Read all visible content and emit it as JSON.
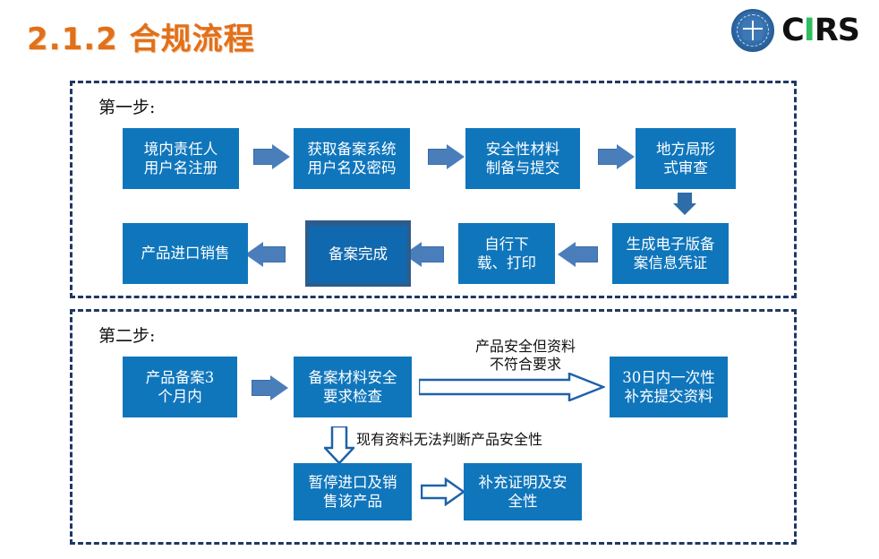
{
  "header": {
    "title": "2.1.2 合规流程",
    "title_color": "#E1701A",
    "logo_text_1": "C",
    "logo_text_2": "I",
    "logo_text_3": "RS",
    "logo_accent_color": "#2DBE60",
    "seal_icon": "balance-scale-seal-icon"
  },
  "theme": {
    "box_fill": "#1076BC",
    "box_text": "#FFFFFF",
    "arrow_fill": "#4A7EBB",
    "panel_border": "#1F3864",
    "hollow_arrow_stroke": "#1F62A8"
  },
  "step1": {
    "label": "第一步:",
    "boxes": [
      {
        "id": "domestic-responsible-person-registration",
        "text": "境内责任人\n用户名注册"
      },
      {
        "id": "obtain-filing-system-credentials",
        "text": "获取备案系统\n用户名及密码"
      },
      {
        "id": "safety-material-preparation-submission",
        "text": "安全性材料\n制备与提交"
      },
      {
        "id": "local-bureau-formal-review",
        "text": "地方局形\n式审查"
      },
      {
        "id": "generate-electronic-filing-certificate",
        "text": "生成电子版备\n案信息凭证"
      },
      {
        "id": "self-download-print",
        "text": "自行下\n载、打印"
      },
      {
        "id": "filing-complete",
        "text": "备案完成"
      },
      {
        "id": "product-import-sales",
        "text": "产品进口销售"
      }
    ]
  },
  "step2": {
    "label": "第二步:",
    "boxes": [
      {
        "id": "product-filing-within-3-months",
        "text": "产品备案3\n个月内"
      },
      {
        "id": "filing-material-safety-check",
        "text": "备案材料安全\n要求检查"
      },
      {
        "id": "one-time-supplement-within-30-days",
        "text": "30日内一次性\n补充提交资料"
      },
      {
        "id": "suspend-import-and-sales",
        "text": "暂停进口及销\n售该产品"
      },
      {
        "id": "supplement-proof-and-safety",
        "text": "补充证明及安\n全性"
      }
    ],
    "captions": [
      {
        "id": "safe-but-noncompliant-materials",
        "text": "产品安全但资料\n不符合要求"
      },
      {
        "id": "existing-data-cannot-determine-safety",
        "text": "现有资料无法判断产品安全性"
      }
    ]
  }
}
